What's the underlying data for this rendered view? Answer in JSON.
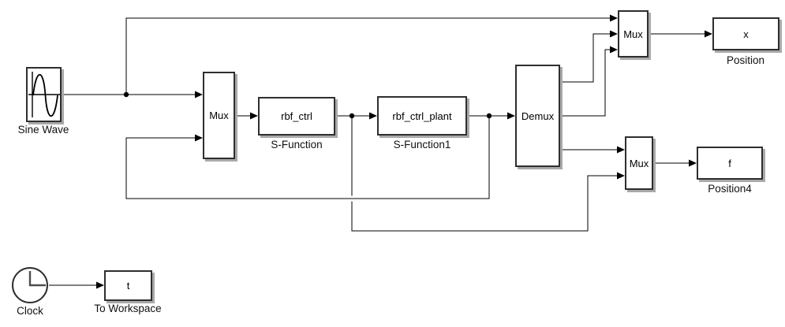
{
  "diagram": {
    "type": "simulink-block-diagram",
    "colors": {
      "canvas": "#ffffff",
      "block_fill": "#ffffff",
      "block_border": "#2e2e2e",
      "block_shadow": "#a9a9a9",
      "wire": "#000000",
      "text": "#000000"
    }
  },
  "blocks": {
    "sine_wave": {
      "caption": "Sine Wave"
    },
    "mux1": {
      "label": "Mux"
    },
    "s_function": {
      "label": "rbf_ctrl",
      "caption": "S-Function"
    },
    "s_function1": {
      "label": "rbf_ctrl_plant",
      "caption": "S-Function1"
    },
    "demux": {
      "label": "Demux"
    },
    "mux_top": {
      "label": "Mux"
    },
    "mux_bottom": {
      "label": "Mux"
    },
    "position": {
      "label": "x",
      "caption": "Position"
    },
    "position4": {
      "label": "f",
      "caption": "Position4"
    },
    "clock": {
      "caption": "Clock"
    },
    "to_workspace": {
      "label": "t",
      "caption": "To Workspace"
    }
  }
}
